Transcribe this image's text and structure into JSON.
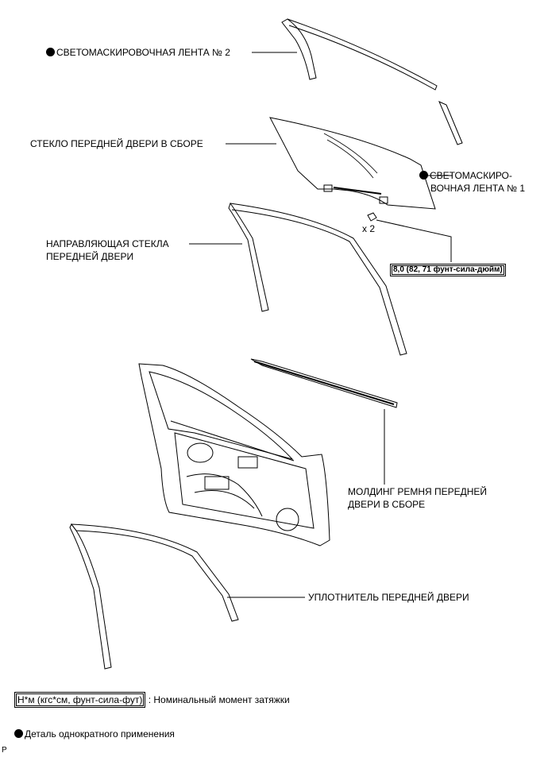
{
  "labels": {
    "light_shield_tape_2": "СВЕТОМАСКИРОВОЧНАЯ ЛЕНТА № 2",
    "front_door_glass": "СТЕКЛО ПЕРЕДНЕЙ ДВЕРИ В СБОРЕ",
    "light_shield_tape_1_line1": "СВЕТОМАСКИРО-",
    "light_shield_tape_1_line2": "ВОЧНАЯ ЛЕНТА № 1",
    "glass_run_line1": "НАПРАВЛЯЮЩАЯ СТЕКЛА",
    "glass_run_line2": "ПЕРЕДНЕЙ ДВЕРИ",
    "belt_moulding_line1": "МОЛДИНГ РЕМНЯ ПЕРЕДНЕЙ",
    "belt_moulding_line2": "ДВЕРИ В СБОРЕ",
    "weatherstrip": "УПЛОТНИТЕЛЬ ПЕРЕДНЕЙ ДВЕРИ",
    "bolt_qty": "x 2",
    "torque_value": "8,0 (82, 71 фунт-сила-дюйм)"
  },
  "legend": {
    "torque_unit": "Н*м (кгс*см, фунт-сила-фут)",
    "torque_desc": ": Номинальный момент затяжки",
    "non_reusable": "Деталь однократного применения"
  },
  "footer_code": "P",
  "icons": [
    "filled-circle-icon"
  ]
}
